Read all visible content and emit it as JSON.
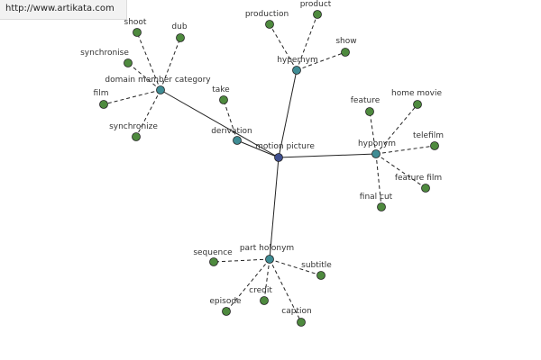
{
  "banner": {
    "url": "http://www.artikata.com"
  },
  "colors": {
    "center": "#3f4f8f",
    "hub": "#3f8c94",
    "leaf": "#4e8a3e",
    "stroke": "#222222"
  },
  "graph": {
    "center": "motion picture",
    "relations": [
      {
        "label": "domain member category",
        "terms": [
          "shoot",
          "dub",
          "synchronise",
          "film",
          "synchronize"
        ]
      },
      {
        "label": "derivation",
        "terms": [
          "take"
        ]
      },
      {
        "label": "hypernym",
        "terms": [
          "production",
          "product",
          "show"
        ]
      },
      {
        "label": "hyponym",
        "terms": [
          "feature",
          "home movie",
          "telefilm",
          "feature film",
          "final cut"
        ]
      },
      {
        "label": "part holonym",
        "terms": [
          "sequence",
          "credit",
          "subtitle",
          "episode",
          "caption"
        ]
      }
    ]
  }
}
